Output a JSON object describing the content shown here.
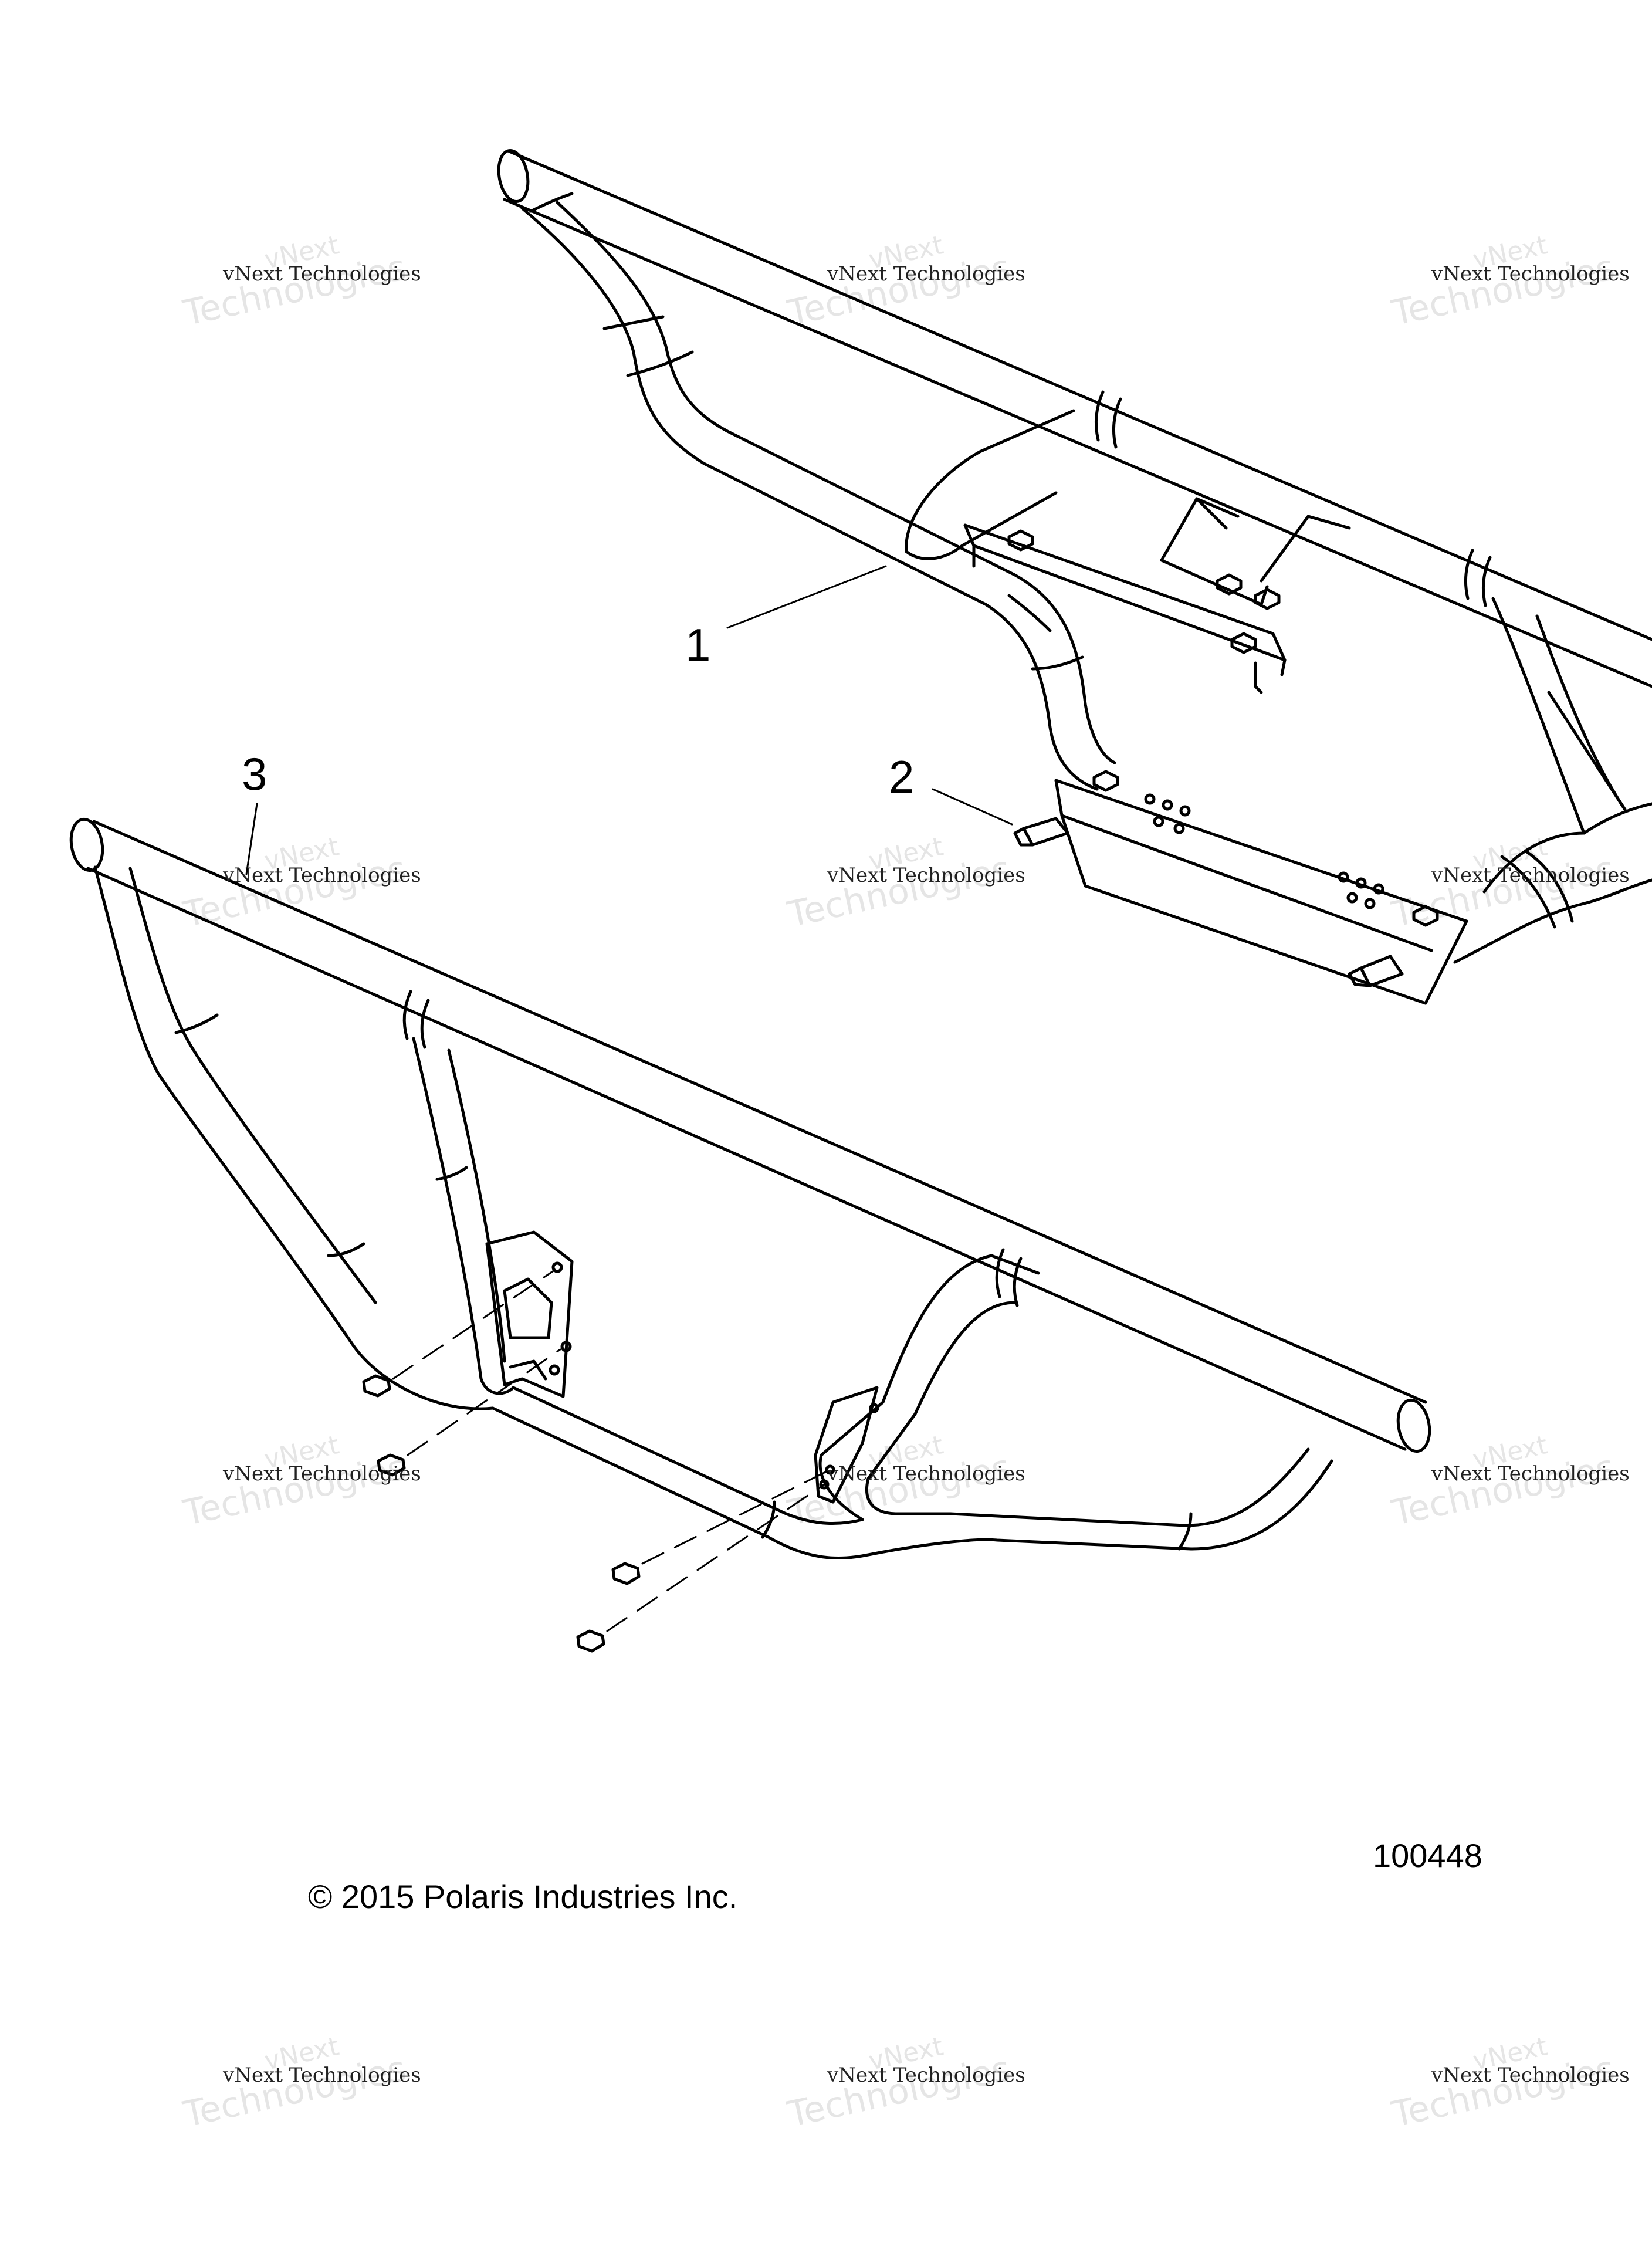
{
  "diagram": {
    "callouts": [
      {
        "id": "1",
        "label": "1"
      },
      {
        "id": "2",
        "label": "2"
      },
      {
        "id": "3",
        "label": "3"
      }
    ],
    "drawing_number": "100448",
    "copyright": "© 2015 Polaris Industries Inc.",
    "watermark": {
      "line1": "vNext",
      "line2": "vNext Technologies",
      "line3": "Technologies"
    }
  }
}
